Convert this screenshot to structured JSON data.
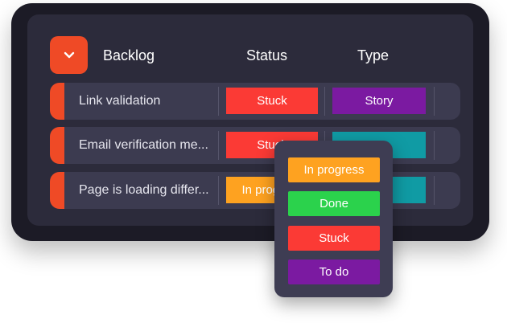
{
  "colors": {
    "accent": "#ef4a26",
    "stuck": "#fb3a35",
    "in_progress": "#fea220",
    "done": "#2bd24c",
    "to_do": "#7b1aa1",
    "story": "#7b1aa1",
    "teal": "#109ba4"
  },
  "header": {
    "toggle_icon": "chevron-down-icon",
    "backlog": "Backlog",
    "status": "Status",
    "type": "Type"
  },
  "rows": [
    {
      "name": "Link validation",
      "status": "Stuck",
      "type": "Story"
    },
    {
      "name": "Email verification me...",
      "status": "Stuck",
      "type": ""
    },
    {
      "name": "Page is loading differ...",
      "status": "In progress",
      "type": ""
    }
  ],
  "dropdown": {
    "options": [
      "In progress",
      "Done",
      "Stuck",
      "To do"
    ]
  }
}
